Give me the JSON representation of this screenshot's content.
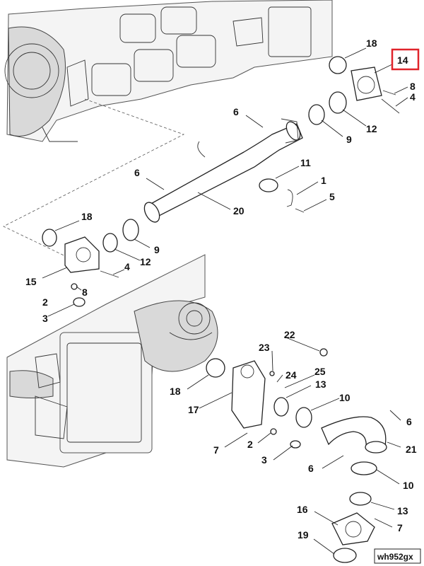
{
  "diagram": {
    "highlighted_callout": "14",
    "reference_code": "wh952gx",
    "callouts": [
      "18",
      "14",
      "8",
      "4",
      "6",
      "12",
      "9",
      "11",
      "1",
      "5",
      "6",
      "20",
      "18",
      "9",
      "12",
      "4",
      "15",
      "8",
      "2",
      "3",
      "22",
      "23",
      "24",
      "25",
      "13",
      "18",
      "10",
      "17",
      "6",
      "7",
      "2",
      "21",
      "3",
      "6",
      "10",
      "13",
      "16",
      "7",
      "19"
    ]
  }
}
